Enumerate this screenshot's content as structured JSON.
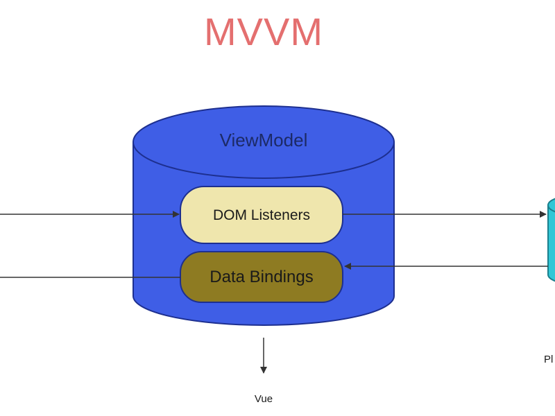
{
  "title": "MVVM",
  "view_model": {
    "label": "ViewModel",
    "dom_listeners": "DOM Listeners",
    "data_bindings": "Data Bindings"
  },
  "bottom_label": "Vue",
  "right_label_partial": "Pl",
  "colors": {
    "title": "#e46f6f",
    "cylinder_fill": "#3f5ee6",
    "cylinder_stroke": "#1d2f8f",
    "dom_listeners_fill": "#efe6ad",
    "data_bindings_fill": "#8e7b22",
    "right_cylinder_fill": "#31c7d6",
    "arrow": "#333333"
  }
}
